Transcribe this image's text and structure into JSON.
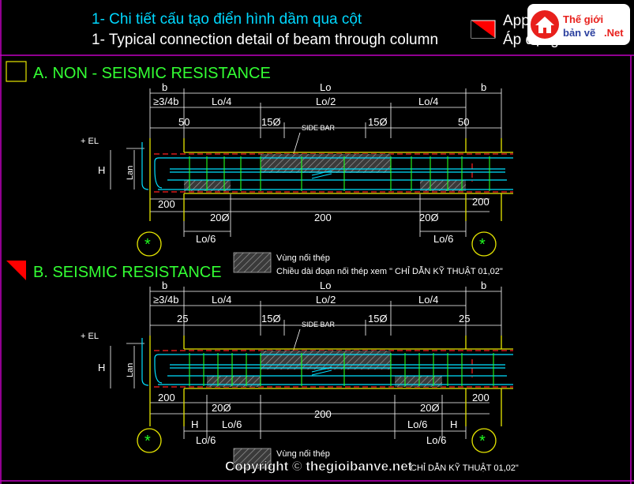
{
  "header": {
    "title_vn": "1- Chi tiết cấu tạo điển hình dầm qua cột",
    "title_en": "1- Typical connection detail of beam through column",
    "apply_en": "Apply",
    "apply_vn": "Áp dụng",
    "logo_line1": "Thế giới",
    "logo_line2": "bản vẽ",
    "logo_line3": ".Net"
  },
  "section_a": {
    "heading": "A. NON - SEISMIC RESISTANCE",
    "dims_top": [
      "b",
      "Lo",
      "b"
    ],
    "dims_row2": [
      "≥3/4b",
      "Lo/4",
      "Lo/2",
      "Lo/4"
    ],
    "dims_row3": [
      "50",
      "15Ø",
      "15Ø",
      "50"
    ],
    "side_bar": "SIDE BAR",
    "el_label": "+ EL",
    "h_label": "H",
    "lan_label": "Lan",
    "dims_bottom1": [
      "200",
      "20Ø",
      "200",
      "20Ø",
      "200"
    ],
    "dims_bottom2": [
      "Lo/6",
      "Lo/6"
    ],
    "axis_mark": "*"
  },
  "legend": {
    "line1": "Vùng nối thép",
    "line2": "Chiều dài đoạn nối thép xem \" CHỈ DẪN KỸ THUẬT 01,02\""
  },
  "section_b": {
    "heading": "B. SEISMIC RESISTANCE",
    "dims_top": [
      "b",
      "Lo",
      "b"
    ],
    "dims_row2": [
      "≥3/4b",
      "Lo/4",
      "Lo/2",
      "Lo/4"
    ],
    "dims_row3": [
      "25",
      "15Ø",
      "15Ø",
      "25"
    ],
    "side_bar": "SIDE BAR",
    "el_label": "+ EL",
    "h_label": "H",
    "lan_label": "Lan",
    "dims_bottom1": [
      "200",
      "20Ø",
      "200",
      "20Ø",
      "200"
    ],
    "dims_bottom2": [
      "H",
      "Lo/6",
      "Lo/6",
      "H"
    ],
    "axis_mark": "*"
  },
  "legend_b": {
    "line1": "Vùng nối thép",
    "line2": "CHỈ DẪN KỸ THUẬT 01,02\""
  },
  "watermark": "Copyright © thegioibanve.net"
}
